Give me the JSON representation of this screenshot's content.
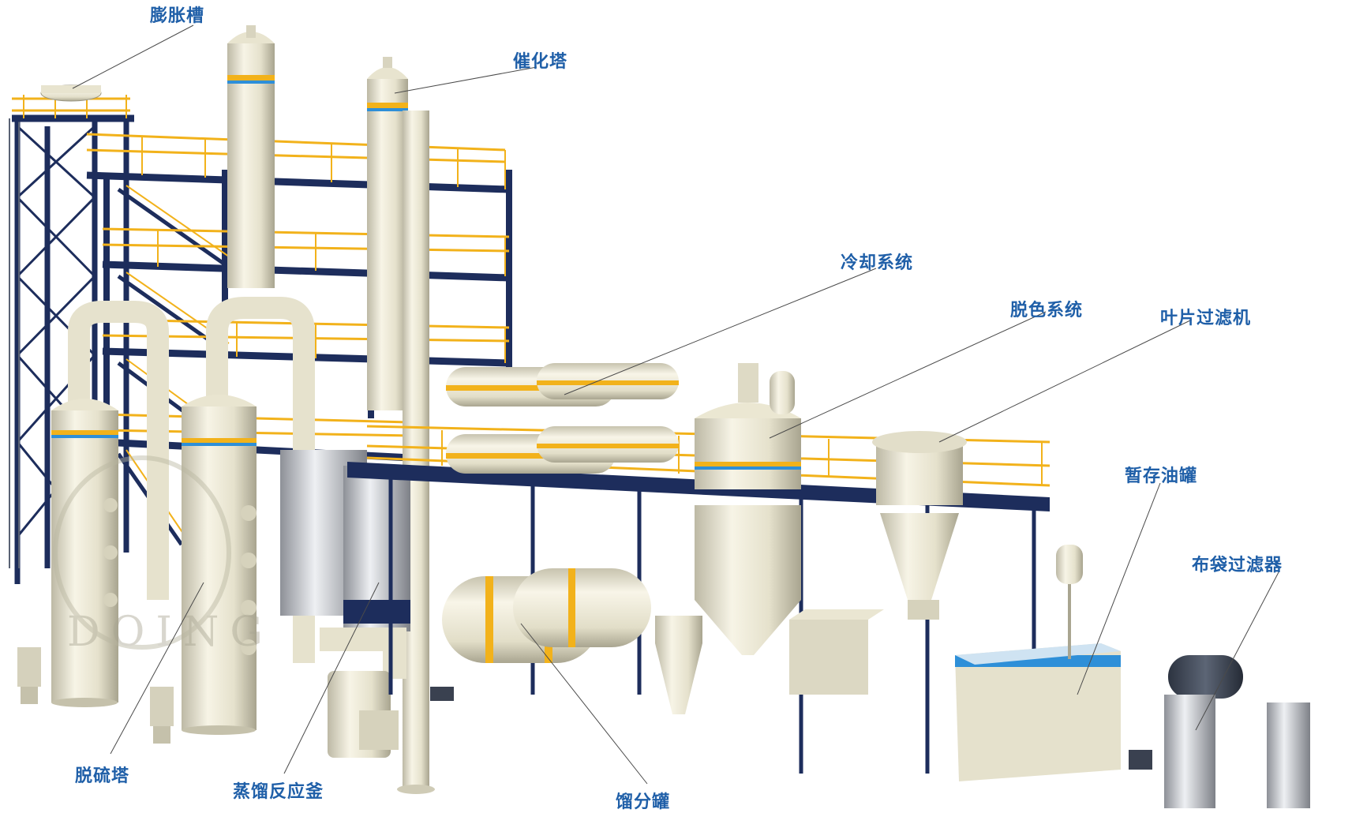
{
  "labels": {
    "expansion_tank": "膨胀槽",
    "catalytic_tower": "催化塔",
    "cooling_system": "冷却系统",
    "decolorization_system": "脱色系统",
    "leaf_filter": "叶片过滤机",
    "temporary_oil_tank": "暂存油罐",
    "bag_filter": "布袋过滤器",
    "desulfurization_tower": "脱硫塔",
    "distillation_reactor": "蒸馏反应釜",
    "fraction_tank": "馏分罐"
  },
  "watermark": "DOING",
  "colors": {
    "label": "#1f5fa8",
    "frame": "#1d2d5c",
    "railing": "#f2b21b",
    "vessel": "#ede9d6",
    "stripe_yellow": "#f2b21b",
    "stripe_blue": "#2e8fd8",
    "steel": "#c9ccd2"
  }
}
